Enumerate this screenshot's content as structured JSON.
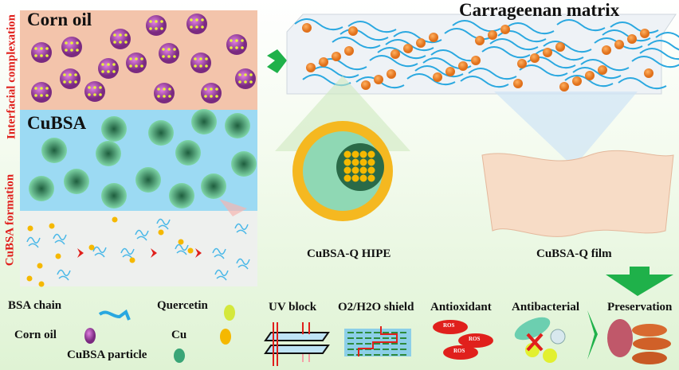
{
  "panel": {
    "corn_oil": "Corn oil",
    "cubsa": "CuBSA",
    "side_label_top": "Interfacial complexation",
    "side_label_bottom": "CuBSA formation"
  },
  "matrix": {
    "title": "Carrageenan matrix"
  },
  "hipe_label": "CuBSA-Q HIPE",
  "film_label": "CuBSA-Q film",
  "legend": {
    "bsa_chain": "BSA chain",
    "quercetin": "Quercetin",
    "corn_oil": "Corn oil",
    "cu": "Cu",
    "cubsa_particle": "CuBSA particle"
  },
  "properties": {
    "uv_block": "UV block",
    "shield": "O2/H2O shield",
    "antioxidant": "Antioxidant",
    "antibacterial": "Antibacterial",
    "preservation": "Preservation",
    "ros": [
      "ROS",
      "ROS",
      "ROS"
    ]
  },
  "colors": {
    "red_label": "#e0201c",
    "green_arrow": "#1fb14a",
    "oil_bg": "#f3c4ab",
    "water_bg": "#9cdaf3"
  }
}
